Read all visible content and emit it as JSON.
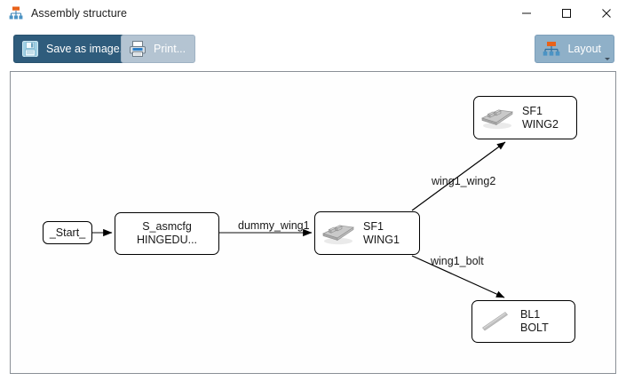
{
  "window": {
    "title": "Assembly structure",
    "icon": "hierarchy-icon",
    "controls": {
      "minimize": "minimize-icon",
      "maximize": "maximize-icon",
      "close": "close-icon"
    }
  },
  "toolbar": {
    "save_label": "Save as image...",
    "save_icon": "floppy-disk-icon",
    "print_label": "Print...",
    "print_icon": "printer-icon",
    "layout_label": "Layout",
    "layout_icon": "hierarchy-icon",
    "layout_caret": "chevron-down-icon",
    "colors": {
      "save_bg": "#2f5c7c",
      "print_bg": "#b4c4d2",
      "layout_bg": "#8fb0c8",
      "accent_orange": "#e8621a",
      "accent_blue": "#3b82b4"
    }
  },
  "graph": {
    "nodes": [
      {
        "id": "start",
        "label_line1": "_Start_",
        "label_line2": "",
        "icon": "none"
      },
      {
        "id": "asmcfg",
        "label_line1": "S_asmcfg",
        "label_line2": "HINGEDU...",
        "icon": "none"
      },
      {
        "id": "wing1",
        "label_line1": "SF1",
        "label_line2": "WING1",
        "icon": "part-wing-icon"
      },
      {
        "id": "wing2",
        "label_line1": "SF1",
        "label_line2": "WING2",
        "icon": "part-wing-icon"
      },
      {
        "id": "bolt",
        "label_line1": "BL1",
        "label_line2": "BOLT",
        "icon": "part-bolt-icon"
      }
    ],
    "edges": [
      {
        "from": "start",
        "to": "asmcfg",
        "label": ""
      },
      {
        "from": "asmcfg",
        "to": "wing1",
        "label": "dummy_wing1"
      },
      {
        "from": "wing1",
        "to": "wing2",
        "label": "wing1_wing2"
      },
      {
        "from": "wing1",
        "to": "bolt",
        "label": "wing1_bolt"
      }
    ]
  }
}
